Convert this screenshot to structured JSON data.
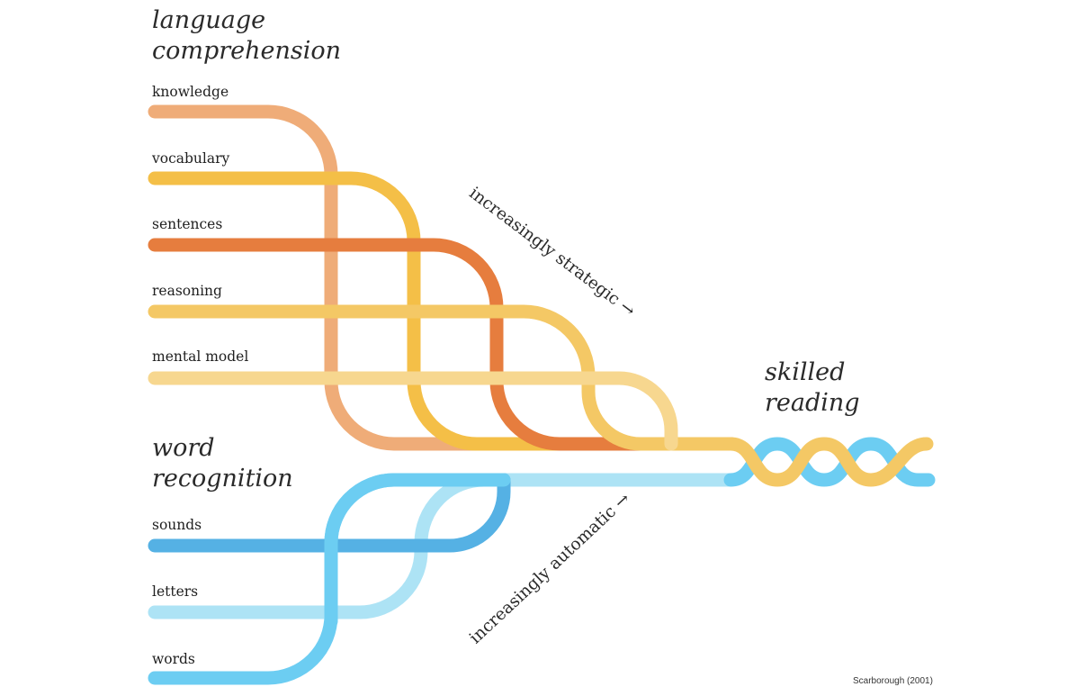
{
  "headings": {
    "language_line1": "language",
    "language_line2": "comprehension",
    "word_line1": "word",
    "word_line2": "recognition",
    "skilled_line1": "skilled",
    "skilled_line2": "reading"
  },
  "language_strands": [
    {
      "label": "knowledge",
      "color": "#efac78"
    },
    {
      "label": "vocabulary",
      "color": "#f4bf47"
    },
    {
      "label": "sentences",
      "color": "#e67d3e"
    },
    {
      "label": "reasoning",
      "color": "#f4c865"
    },
    {
      "label": "mental model",
      "color": "#f7d78f"
    }
  ],
  "word_strands": [
    {
      "label": "sounds",
      "color": "#55b1e4"
    },
    {
      "label": "letters",
      "color": "#ade3f5"
    },
    {
      "label": "words",
      "color": "#6ccdf2"
    }
  ],
  "annotations": {
    "strategic": "increasingly strategic →",
    "automatic": "increasingly automatic →"
  },
  "citation": "Scarborough (2001)",
  "colors": {
    "combined_language": "#f4c865",
    "combined_word": "#6ccdf2"
  }
}
